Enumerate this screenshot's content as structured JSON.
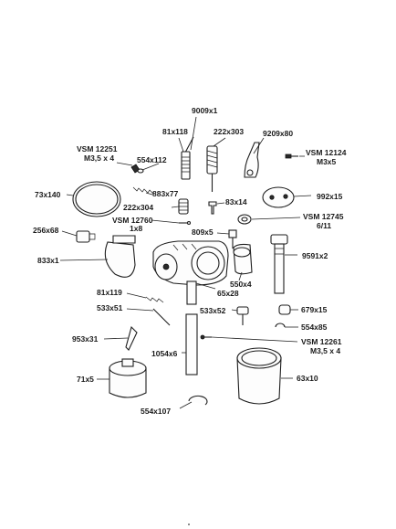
{
  "labels": {
    "l9009x1": "9009x1",
    "l81x118": "81x118",
    "l222x303": "222x303",
    "l9209x80": "9209x80",
    "lvsm12251a": "VSM 12251",
    "lvsm12251b": "M3,5 x 4",
    "l554x112": "554x112",
    "lvsm12124a": "VSM 12124",
    "lvsm12124b": "M3x5",
    "l73x140": "73x140",
    "l883x77": "883x77",
    "l83x14": "83x14",
    "l992x15": "992x15",
    "l222x304": "222x304",
    "lvsm12760a": "VSM 12760",
    "lvsm12760b": "1x8",
    "lvsm12745a": "VSM 12745",
    "lvsm12745b": "6/11",
    "l256x68": "256x68",
    "l809x5": "809x5",
    "l9591x2": "9591x2",
    "l833x1": "833x1",
    "l550x4": "550x4",
    "l81x119": "81x119",
    "l65x28": "65x28",
    "l679x15": "679x15",
    "l533x51": "533x51",
    "l533x52": "533x52",
    "l554x85": "554x85",
    "l953x31": "953x31",
    "lvsm12261a": "VSM 12261",
    "lvsm12261b": "M3,5 x 4",
    "l1054x6": "1054x6",
    "l71x5": "71x5",
    "l63x10": "63x10",
    "l554x107": "554x107"
  }
}
